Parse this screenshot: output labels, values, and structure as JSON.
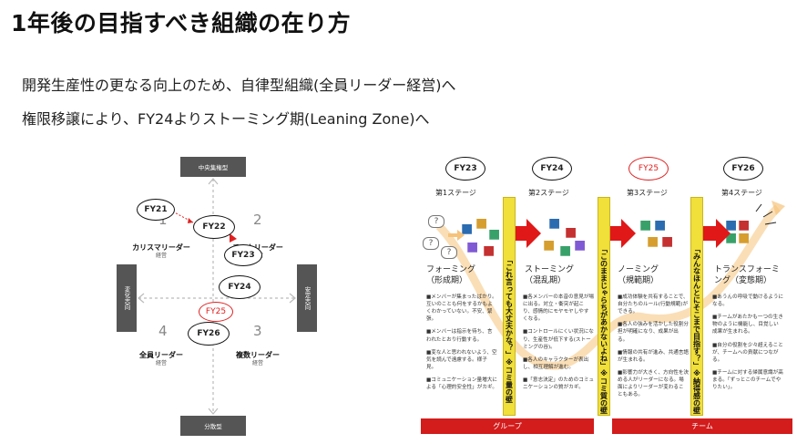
{
  "slide": {
    "title": "1年後の目指すべき組織の在り方",
    "line1": "開発生産性の更なる向上のため、自律型組織(全員リーダー経営)へ",
    "line2": "権限移譲により、FY24よりストーミング期(Leaning Zone)へ"
  },
  "quadrant": {
    "axis_top": "中央集権型",
    "axis_bottom": "分散型",
    "axis_left": "変化志向",
    "axis_right": "安定志向",
    "q1": {
      "num": "1",
      "label": "カリスマリーダー",
      "sub": "経営"
    },
    "q2": {
      "num": "2",
      "label": "チームリーダー",
      "sub": "経営"
    },
    "q3": {
      "num": "3",
      "label": "複数リーダー",
      "sub": "経営"
    },
    "q4": {
      "num": "4",
      "label": "全員リーダー",
      "sub": "経営"
    },
    "ovals": {
      "fy21": "FY21",
      "fy22": "FY22",
      "fy23": "FY23",
      "fy24": "FY24",
      "fy25": "FY25",
      "fy26": "FY26"
    },
    "colors": {
      "highlight": "#e02020",
      "arrow": "#e02020",
      "axis_box": "#555555"
    }
  },
  "stages": {
    "fy": [
      "FY23",
      "FY24",
      "FY25",
      "FY26"
    ],
    "stage_labels": [
      "第1ステージ",
      "第2ステージ",
      "第3ステージ",
      "第4ステージ"
    ],
    "names": [
      [
        "フォーミング",
        "（形成期）"
      ],
      [
        "ストーミング",
        "（混乱期）"
      ],
      [
        "ノーミング",
        "（規範期）"
      ],
      [
        "トランスフォーミ",
        "ング（変態期）"
      ]
    ],
    "bullets": [
      [
        "■メンバーが集まったばかり。互いのことも何をするかもよくわかっていない。不安、緊張。",
        "■メンバーは指示を待ち、言われたとおり行動する。",
        "■変な人と思われないよう、空気を読んで遠慮する。様子見。",
        "■コミュニケーション量増大による「心理的安全性」がカギ。"
      ],
      [
        "■各メンバーの本音の意見が場に出る。対立・衝突が起こり、感情的にモヤモヤしやすくなる。",
        "■コントロールにくい状況になり、生産性が低下する(ストーミングの谷)。",
        "■各人のキャラクターが表出し、相互理解が進む。",
        "■「意志決定」のためのコミュニケーションの質がカギ。"
      ],
      [
        "■成功体験を共有することで、自分たちのルール(行動規範)ができる。",
        "■各人の強みを活かした役割分担が明確になり、成果が出る。",
        "■情報の共有が進み、共通言語が生まれる。",
        "■影響力が大きく、方向性を決める人がリーダーになる。場面によりリーダーが変わることもある。"
      ],
      [
        "■あうんの呼吸で動けるようになる。",
        "■チームがあたかも一つの生き物のように機能し、目覚しい成果が生まれる。",
        "■自分の役割を少々超えることが、チームへの貢献につながる。",
        "■チームに対する帰属意識が高まる。「ずっとこのチームでやりたい」。"
      ]
    ],
    "walls": [
      "「これ言っても大丈夫かな？」※コミ量の壁",
      "「このままじゃらちがあかないよね」※コミ質の壁",
      "「みんなほんとにそこまで目指す？」※納得感の壁"
    ],
    "footer_group": "グループ",
    "footer_team": "チーム",
    "colors": {
      "wall": "#f1df3a",
      "footer": "#d31c1c",
      "arrow": "#e01818",
      "curve": "#f5c37a",
      "fy_highlight": "#e02020"
    }
  }
}
